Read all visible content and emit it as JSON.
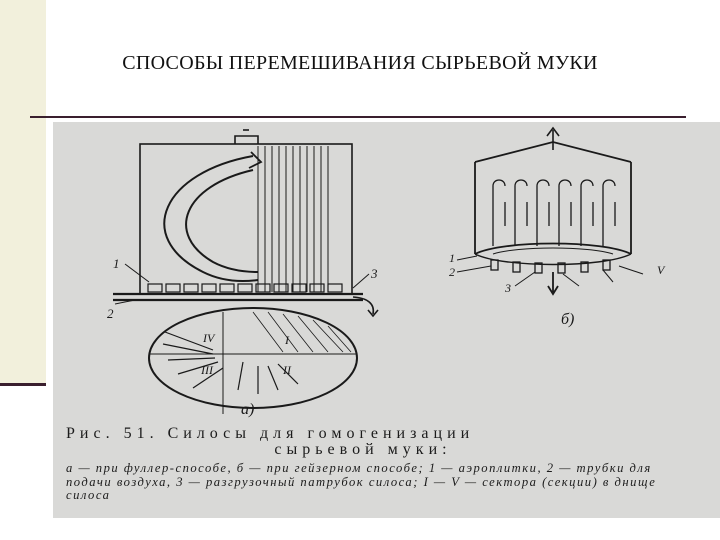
{
  "slide": {
    "title": "СПОСОБЫ ПЕРЕМЕШИВАНИЯ СЫРЬЕВОЙ МУКИ"
  },
  "figure": {
    "caption_line1": "Рис. 51. Силосы для гомогенизации",
    "caption_line2": "сырьевой муки:",
    "caption_body": "а — при фуллер-способе, б — при гейзерном способе; 1 — аэроплитки, 2 — трубки для подачи воздуха, 3 — разгрузочный патрубок силоса; I — V — сектора (секции) в днище силоса",
    "labels_a": {
      "l1": "1",
      "l2": "2",
      "l3": "3",
      "sub": "а)"
    },
    "labels_b": {
      "l1": "1",
      "l2": "2",
      "l3": "3",
      "sub": "б)"
    },
    "sector_labels": [
      "I",
      "II",
      "III",
      "IV",
      "V"
    ]
  },
  "colors": {
    "background": "#ffffff",
    "accent_bar": "#f2f0dc",
    "rule": "#3a1f2e",
    "scan": "#d9d9d7",
    "ink": "#1a1a1a"
  }
}
